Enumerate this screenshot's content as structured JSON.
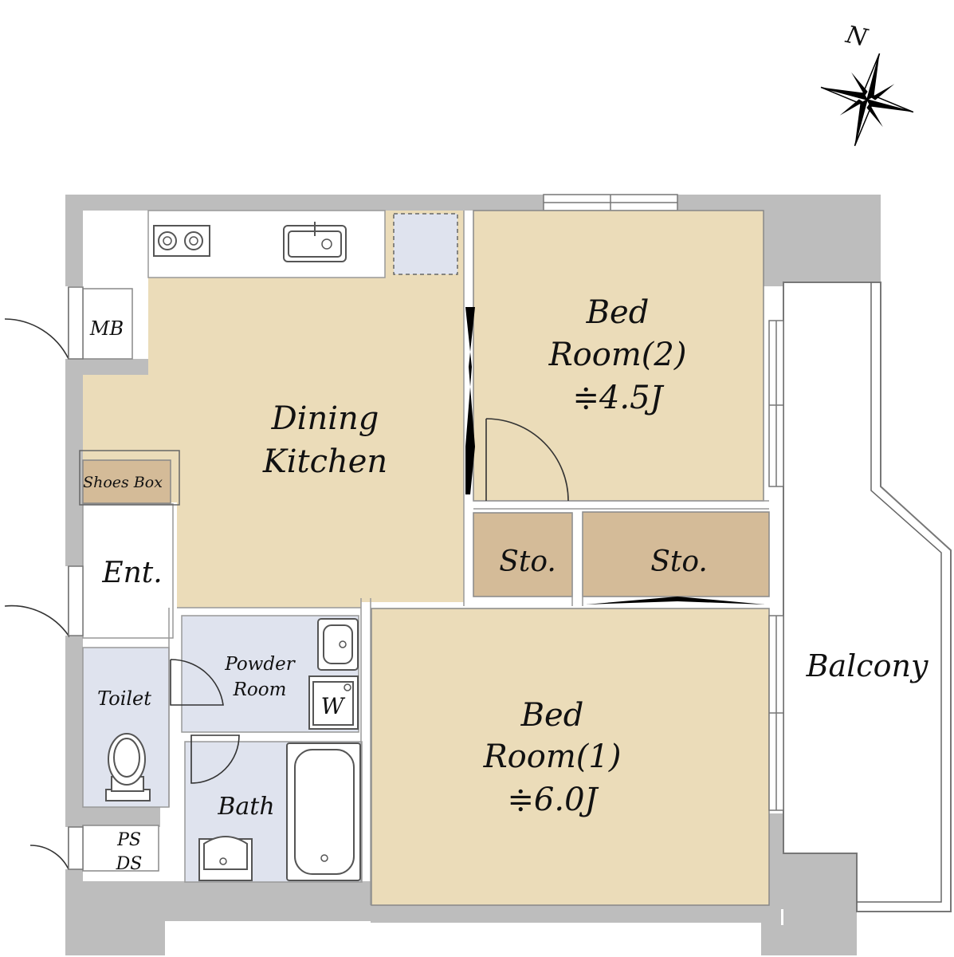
{
  "compass": {
    "north_label": "N"
  },
  "rooms": {
    "dining_kitchen": {
      "line1": "Dining",
      "line2": "Kitchen"
    },
    "bedroom2": {
      "line1": "Bed",
      "line2": "Room(2)",
      "area": "≑4.5J"
    },
    "bedroom1": {
      "line1": "Bed",
      "line2": "Room(1)",
      "area": "≑6.0J"
    },
    "storage_left": "Sto.",
    "storage_right": "Sto.",
    "balcony": "Balcony",
    "entrance": "Ent.",
    "shoes_box": "Shoes Box",
    "mb": "MB",
    "toilet": "Toilet",
    "powder_room": {
      "line1": "Powder",
      "line2": "Room"
    },
    "washer": "W",
    "bath": "Bath",
    "ps": "PS",
    "ds": "DS"
  },
  "colors": {
    "room_beige": "#ebdcb9",
    "storage_tan": "#d4bb98",
    "wet_area_blue": "#dfe3ee",
    "wall_gray": "#bdbdbd"
  }
}
